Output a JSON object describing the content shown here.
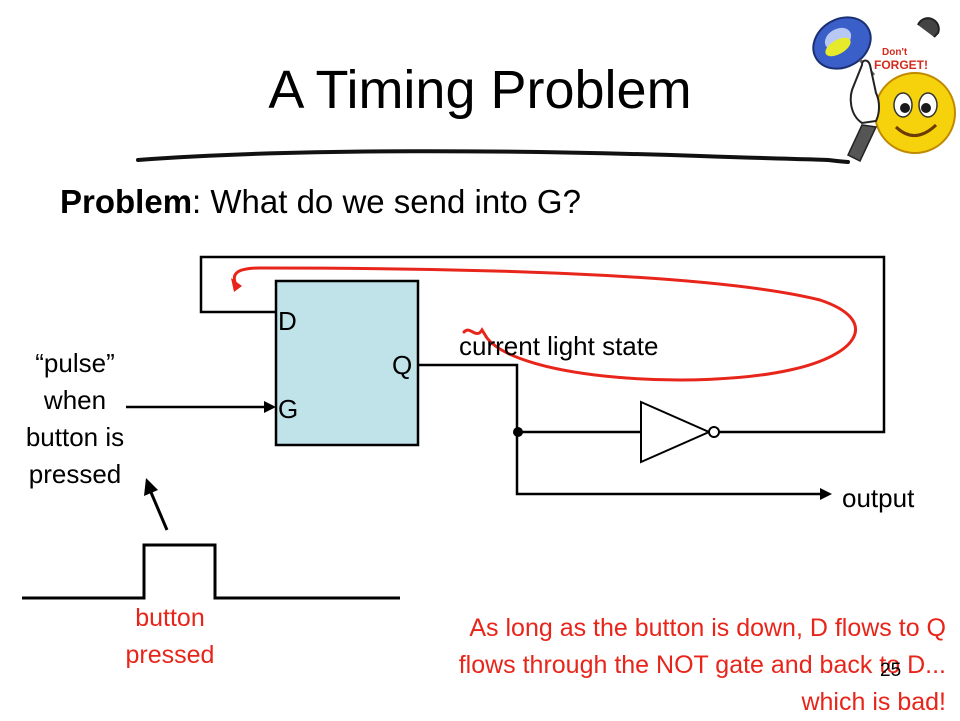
{
  "slide": {
    "title": "A Timing Problem",
    "problem_label": "Problem",
    "problem_text": ": What do we send into G?",
    "page_number": "25"
  },
  "circuit": {
    "latch_d": "D",
    "latch_g": "G",
    "latch_q": "Q",
    "state_label": "current light state",
    "output_label": "output",
    "input_label_lines": [
      "“pulse”",
      "when",
      "button is",
      "pressed"
    ]
  },
  "waveform": {
    "label_lines": [
      "button",
      "pressed"
    ]
  },
  "note": {
    "lines": [
      "As long as the button is down, D flows to Q",
      "flows through the NOT gate and back to D...",
      "which is bad!"
    ]
  },
  "sticker": {
    "line1": "Don't",
    "line2": "FORGET!"
  },
  "colors": {
    "latch_fill": "#bfe3e8",
    "annotation_red": "#e8251a",
    "ink": "#000000"
  }
}
